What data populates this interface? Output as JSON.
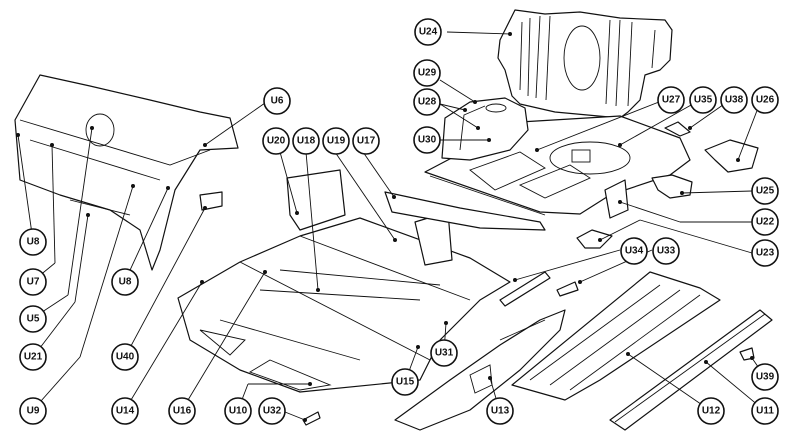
{
  "diagram": {
    "title": "Floor pan / body panel exploded diagram",
    "callouts": [
      {
        "id": "U24",
        "label": "U24"
      },
      {
        "id": "U29",
        "label": "U29"
      },
      {
        "id": "U28",
        "label": "U28"
      },
      {
        "id": "U30",
        "label": "U30"
      },
      {
        "id": "U27",
        "label": "U27"
      },
      {
        "id": "U35",
        "label": "U35"
      },
      {
        "id": "U38",
        "label": "U38"
      },
      {
        "id": "U26",
        "label": "U26"
      },
      {
        "id": "U25",
        "label": "U25"
      },
      {
        "id": "U22",
        "label": "U22"
      },
      {
        "id": "U23",
        "label": "U23"
      },
      {
        "id": "U34",
        "label": "U34"
      },
      {
        "id": "U33",
        "label": "U33"
      },
      {
        "id": "U39",
        "label": "U39"
      },
      {
        "id": "U12",
        "label": "U12"
      },
      {
        "id": "U11",
        "label": "U11"
      },
      {
        "id": "U13",
        "label": "U13"
      },
      {
        "id": "U31",
        "label": "U31"
      },
      {
        "id": "U15",
        "label": "U15"
      },
      {
        "id": "U32",
        "label": "U32"
      },
      {
        "id": "U10",
        "label": "U10"
      },
      {
        "id": "U16",
        "label": "U16"
      },
      {
        "id": "U14",
        "label": "U14"
      },
      {
        "id": "U9",
        "label": "U9"
      },
      {
        "id": "U40",
        "label": "U40"
      },
      {
        "id": "U21",
        "label": "U21"
      },
      {
        "id": "U5",
        "label": "U5"
      },
      {
        "id": "U8a",
        "label": "U8"
      },
      {
        "id": "U8b",
        "label": "U8"
      },
      {
        "id": "U7",
        "label": "U7"
      },
      {
        "id": "U6",
        "label": "U6"
      },
      {
        "id": "U20",
        "label": "U20"
      },
      {
        "id": "U18",
        "label": "U18"
      },
      {
        "id": "U19",
        "label": "U19"
      },
      {
        "id": "U17",
        "label": "U17"
      }
    ]
  }
}
